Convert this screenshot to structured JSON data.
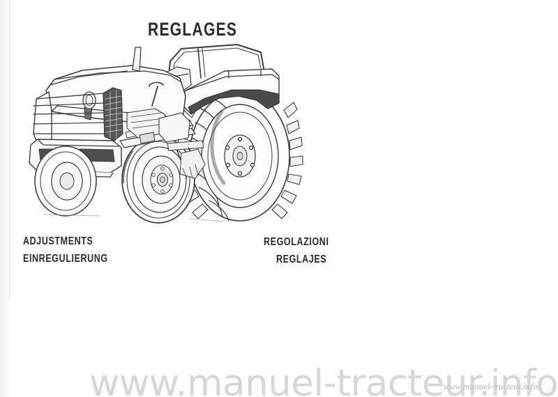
{
  "page": {
    "background_color": "#fefefe",
    "ink_color": "#2b2b2b"
  },
  "header": {
    "title": "REGLAGES"
  },
  "labels": {
    "left": [
      {
        "key": "adjustments",
        "text": "ADJUSTMENTS",
        "language": "English"
      },
      {
        "key": "einregulierung",
        "text": "EINREGULIERUNG",
        "language": "German"
      }
    ],
    "right": [
      {
        "key": "regolazioni",
        "text": "REGOLAZIONI",
        "language": "Italian"
      },
      {
        "key": "reglajes",
        "text": "REGLAJES",
        "language": "Spanish"
      }
    ]
  },
  "illustration": {
    "name": "tractor-line-drawing",
    "description": "Technical line drawing of a farm tractor, three-quarter front-left view",
    "line_color": "#3a3a3a"
  },
  "watermarks": {
    "large": {
      "text": "www.manuel-tracteur.info",
      "color": "#d7d7d7"
    },
    "small": {
      "text": "www.manuel-tracteur.info",
      "color": "#c9c9c9"
    }
  }
}
